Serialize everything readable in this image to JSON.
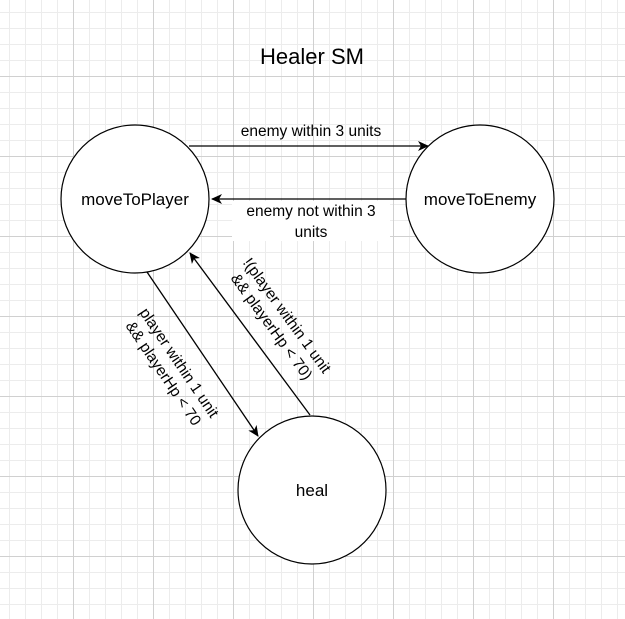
{
  "title": "Healer SM",
  "nodes": {
    "move_to_player": "moveToPlayer",
    "move_to_enemy": "moveToEnemy",
    "heal": "heal"
  },
  "edges": {
    "to_enemy": {
      "line1": "enemy within 3 units"
    },
    "to_player_from_enemy": {
      "line1": "enemy not within 3",
      "line2": "units"
    },
    "to_heal": {
      "line1": "player within 1 unit",
      "line2": "&& playerHp < 70"
    },
    "to_player_from_heal": {
      "line1": "!(player within 1 unit",
      "line2": "&& playerHp < 70)"
    }
  },
  "colors": {
    "stroke": "#000000",
    "node_fill": "#ffffff",
    "grid_major": "#d0d0d0",
    "grid_minor": "#ececec"
  }
}
